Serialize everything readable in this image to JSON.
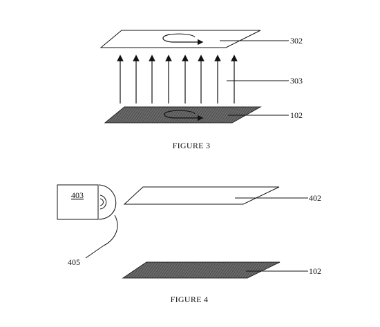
{
  "figure3": {
    "caption": "FIGURE 3",
    "labels": {
      "top_plate": "302",
      "field": "303",
      "bottom_plate": "102"
    }
  },
  "figure4": {
    "caption": "FIGURE 4",
    "labels": {
      "device": "403",
      "connector": "405",
      "top_plate": "402",
      "bottom_plate": "102"
    }
  }
}
